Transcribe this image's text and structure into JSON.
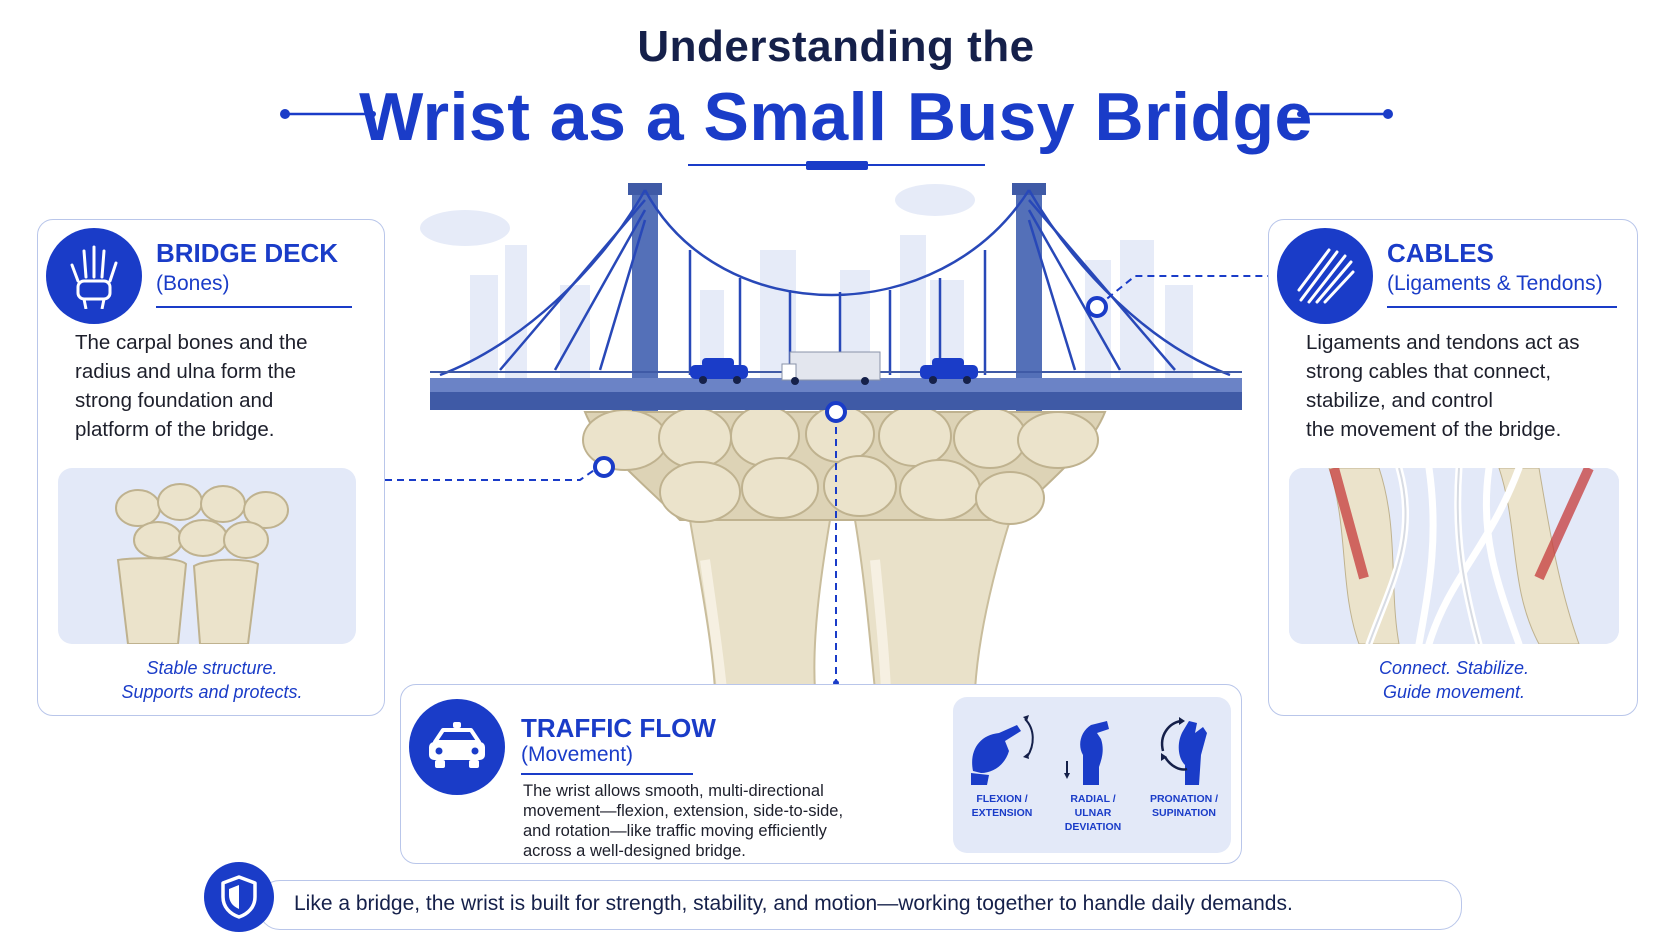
{
  "title": {
    "line1": "Understanding the",
    "line2": "Wrist as a Small Busy Bridge"
  },
  "colors": {
    "accent": "#1a3cc8",
    "navy": "#15204a",
    "bridge": "#5470b8",
    "bone": "#e8dfc6",
    "panel": "#e3e9f8",
    "border": "#b9c6ea"
  },
  "bridge_deck": {
    "icon": "hand-bones-icon",
    "title": "BRIDGE DECK",
    "subtitle": "(Bones)",
    "body": [
      "The carpal bones and the",
      "radius and ulna form the",
      "strong foundation and",
      "platform of the bridge."
    ],
    "caption": [
      "Stable structure.",
      "Supports and protects."
    ]
  },
  "cables": {
    "icon": "cables-icon",
    "title": "CABLES",
    "subtitle": "(Ligaments & Tendons)",
    "body": [
      "Ligaments and tendons act as",
      "strong cables that connect,",
      "stabilize, and control",
      "the movement of the bridge."
    ],
    "caption": [
      "Connect. Stabilize.",
      "Guide movement."
    ]
  },
  "traffic": {
    "icon": "car-icon",
    "title": "TRAFFIC FLOW",
    "subtitle": "(Movement)",
    "body": [
      "The wrist allows smooth, multi-directional",
      "movement—flexion, extension, side-to-side,",
      "and rotation—like traffic moving efficiently",
      "across a well-designed bridge."
    ],
    "movements": [
      {
        "icon": "flexion-extension-icon",
        "label": [
          "FLEXION /",
          "EXTENSION"
        ]
      },
      {
        "icon": "radial-ulnar-deviation-icon",
        "label": [
          "RADIAL /",
          "ULNAR DEVIATION"
        ]
      },
      {
        "icon": "pronation-supination-icon",
        "label": [
          "PRONATION /",
          "SUPINATION"
        ]
      }
    ]
  },
  "footer": {
    "icon": "shield-icon",
    "text": "Like a bridge, the wrist is built for strength, stability, and motion—working together to handle daily demands."
  }
}
